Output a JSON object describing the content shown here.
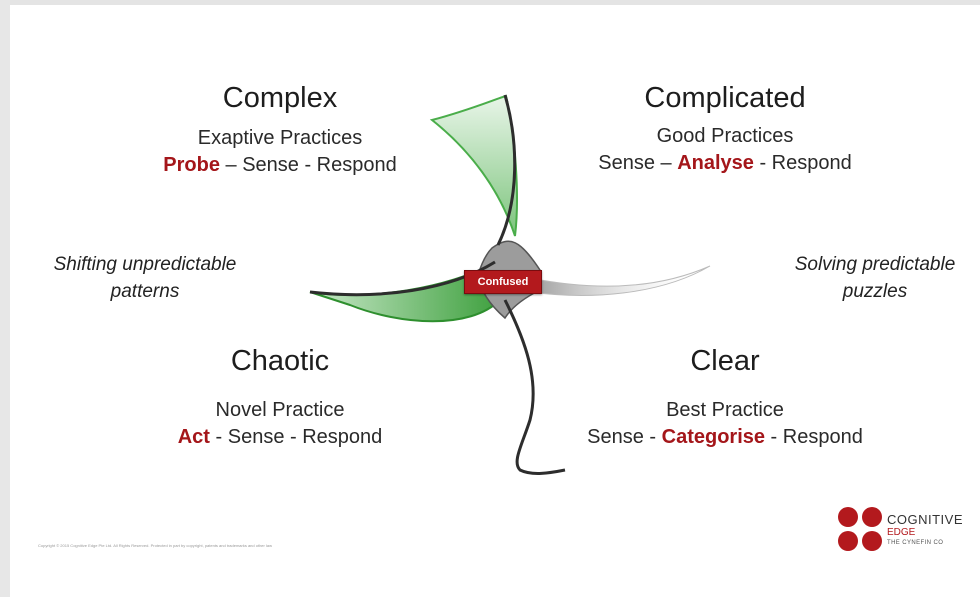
{
  "quadrants": {
    "complex": {
      "title": "Complex",
      "practice": "Exaptive Practices",
      "steps": [
        "Probe",
        " – Sense - Respond"
      ]
    },
    "complicated": {
      "title": "Complicated",
      "practice": "Good Practices",
      "steps": [
        "Sense – ",
        "Analyse",
        " - Respond"
      ]
    },
    "chaotic": {
      "title": "Chaotic",
      "practice": "Novel Practice",
      "steps": [
        "Act",
        " - Sense - Respond"
      ]
    },
    "clear": {
      "title": "Clear",
      "practice": "Best Practice",
      "steps": [
        "Sense - ",
        "Categorise",
        " - Respond"
      ]
    }
  },
  "side_labels": {
    "left": [
      "Shifting unpredictable",
      "patterns"
    ],
    "right": [
      "Solving predictable",
      "puzzles"
    ]
  },
  "center_label": "Confused",
  "logo": {
    "line1": "COGNITIVE",
    "line2": "EDGE",
    "line3": "THE CYNEFIN CO"
  },
  "copyright": "Copyright © 2015 Cognitive Edge Pte Ltd. All Rights Reserved. Protected in part by copyright, patents and trademarks and other law",
  "colors": {
    "highlight": "#a4161a",
    "green": "#3aa93a",
    "logo_red": "#b3191d"
  }
}
